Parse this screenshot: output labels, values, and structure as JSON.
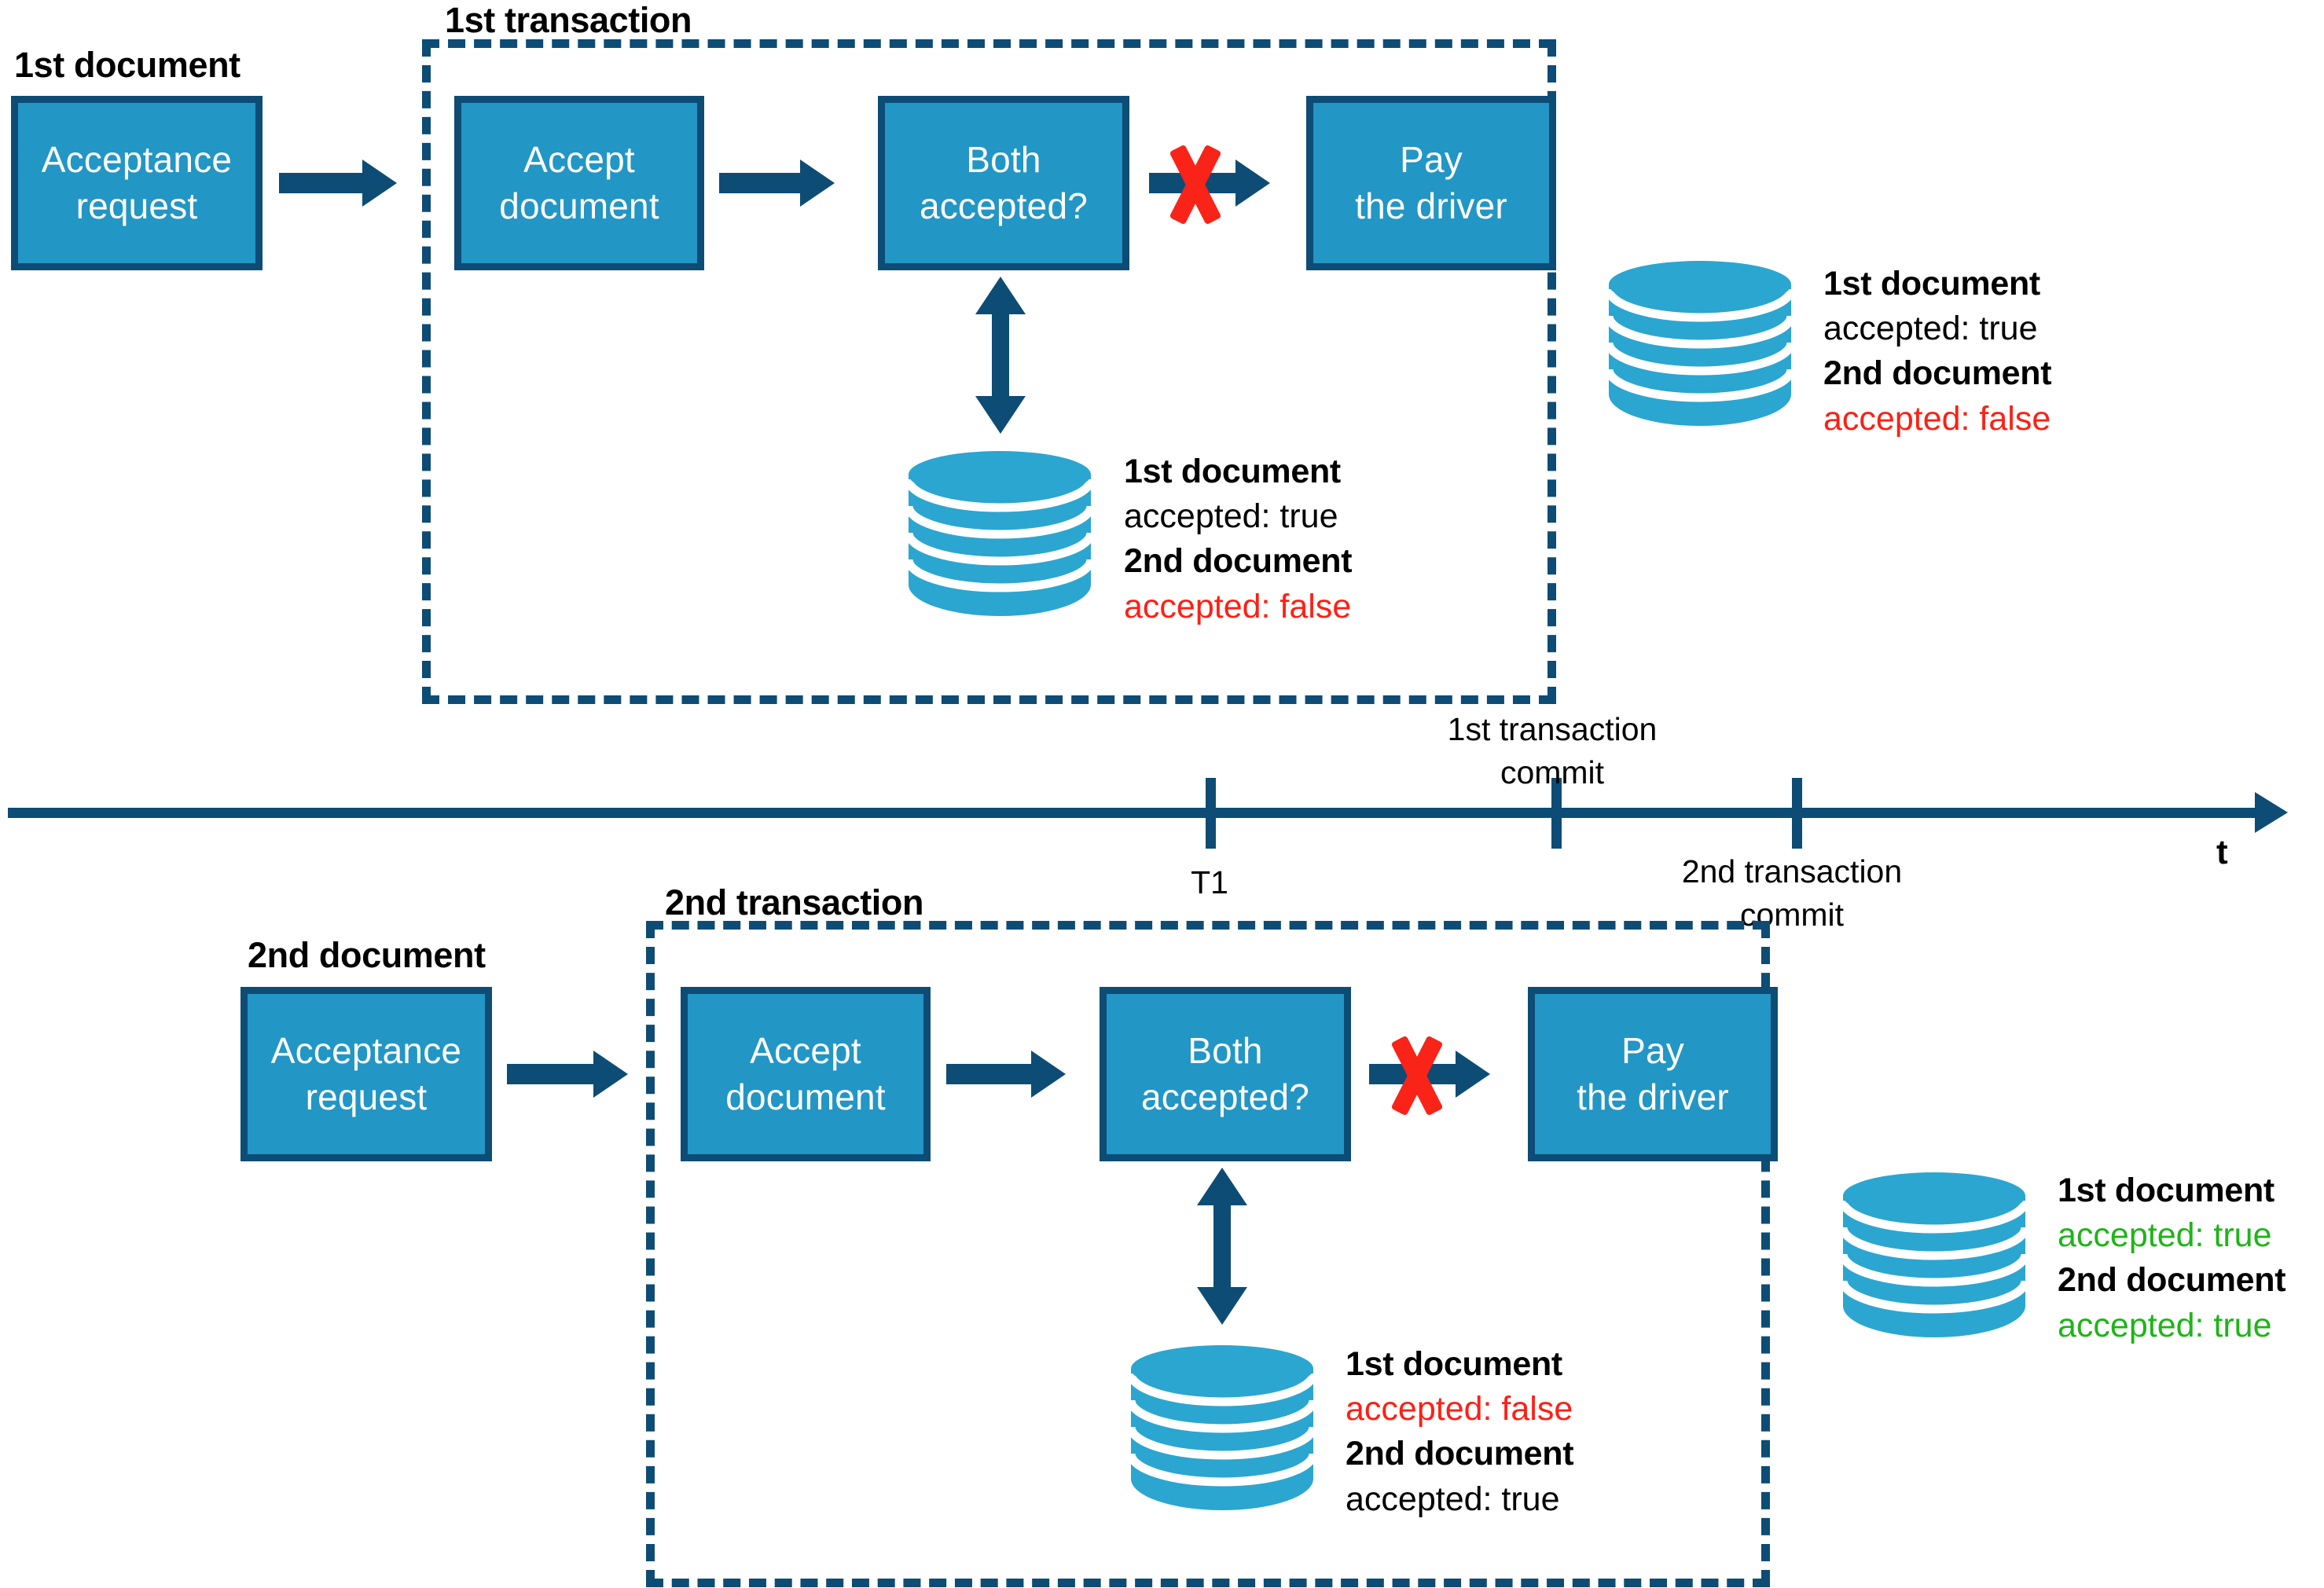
{
  "theme": {
    "box_fill": "#2296c5",
    "box_border": "#0d4c75",
    "accent_dark": "#0d4c75",
    "db_blue": "#2ba6d0",
    "red": "#ff1f14",
    "x_red": "#f92318",
    "green": "#1eb419",
    "text_black": "#000000"
  },
  "top": {
    "transaction_label": "1st transaction",
    "document_label": "1st document",
    "boxes": [
      {
        "id": "acceptance-request",
        "line1": "Acceptance",
        "line2": "request"
      },
      {
        "id": "accept-document",
        "line1": "Accept",
        "line2": "document"
      },
      {
        "id": "both-accepted",
        "line1": "Both",
        "line2": "accepted?"
      },
      {
        "id": "pay-the-driver",
        "line1": "Pay",
        "line2": "the driver"
      }
    ],
    "db_inner": {
      "doc1_name": "1st document",
      "doc1_value": "accepted: true",
      "doc1_value_color": "black",
      "doc2_name": "2nd document",
      "doc2_value": "accepted: false",
      "doc2_value_color": "red"
    },
    "db_outer": {
      "doc1_name": "1st document",
      "doc1_value": "accepted: true",
      "doc1_value_color": "black",
      "doc2_name": "2nd document",
      "doc2_value": "accepted: false",
      "doc2_value_color": "red"
    }
  },
  "bottom": {
    "transaction_label": "2nd transaction",
    "document_label": "2nd document",
    "boxes": [
      {
        "id": "acceptance-request",
        "line1": "Acceptance",
        "line2": "request"
      },
      {
        "id": "accept-document",
        "line1": "Accept",
        "line2": "document"
      },
      {
        "id": "both-accepted",
        "line1": "Both",
        "line2": "accepted?"
      },
      {
        "id": "pay-the-driver",
        "line1": "Pay",
        "line2": "the driver"
      }
    ],
    "db_inner": {
      "doc1_name": "1st document",
      "doc1_value": "accepted: false",
      "doc1_value_color": "red",
      "doc2_name": "2nd document",
      "doc2_value": "accepted: true",
      "doc2_value_color": "black"
    },
    "db_outer": {
      "doc1_name": "1st document",
      "doc1_value": "accepted: true",
      "doc1_value_color": "green",
      "doc2_name": "2nd document",
      "doc2_value": "accepted: true",
      "doc2_value_color": "green"
    }
  },
  "timeline": {
    "axis_label": "t",
    "ticks": [
      {
        "id": "t1",
        "label_line1": "T1",
        "label_line2": "",
        "position": "below"
      },
      {
        "id": "first-transaction-commit",
        "label_line1": "1st transaction",
        "label_line2": "commit",
        "position": "above"
      },
      {
        "id": "second-transaction-commit",
        "label_line1": "2nd transaction",
        "label_line2": "commit",
        "position": "below"
      }
    ]
  }
}
